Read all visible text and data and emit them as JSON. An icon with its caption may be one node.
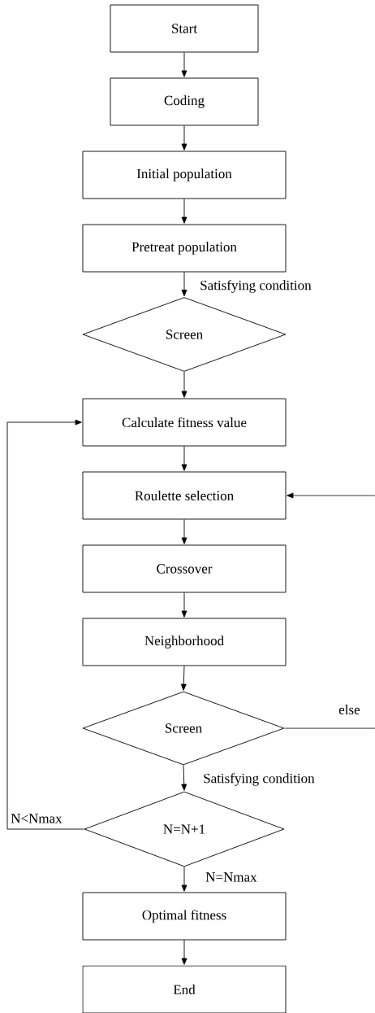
{
  "diagram": {
    "nodes": [
      {
        "text": [
          "Start"
        ]
      },
      {
        "text": [
          "Coding"
        ]
      },
      {
        "text": [
          "Initial population"
        ]
      },
      {
        "text": [
          "Pretreat population"
        ]
      },
      {
        "text": [
          "Screen"
        ]
      },
      {
        "text": [
          "Calculate fitness value"
        ]
      },
      {
        "text": [
          "Roulette selection"
        ]
      },
      {
        "text": [
          "Crossover"
        ]
      },
      {
        "text": [
          "Neighborhood"
        ]
      },
      {
        "text": [
          "Screen"
        ]
      },
      {
        "text": [
          "N=N+1"
        ]
      },
      {
        "text": [
          "Optimal fitness"
        ]
      },
      {
        "text": [
          "End"
        ]
      }
    ],
    "edges": [
      {
        "from": 0,
        "to": 1,
        "arrow": "to"
      },
      {
        "from": 1,
        "to": 2,
        "arrow": "to"
      },
      {
        "from": 2,
        "to": 3,
        "arrow": "to"
      },
      {
        "from": 3,
        "to": 4,
        "arrow": "to",
        "label": "Satisfying condition"
      },
      {
        "from": 4,
        "to": 5,
        "arrow": "to"
      },
      {
        "from": 5,
        "to": 6,
        "arrow": "to"
      },
      {
        "from": 6,
        "to": 7,
        "arrow": "to"
      },
      {
        "from": 7,
        "to": 8,
        "arrow": "to"
      },
      {
        "from": 8,
        "to": 9,
        "arrow": "to"
      },
      {
        "from": 9,
        "to": 10,
        "arrow": "to",
        "label": "Satisfying condition"
      },
      {
        "from": 10,
        "to": 11,
        "arrow": "to",
        "label": "N=Nmax"
      },
      {
        "from": 11,
        "to": 12,
        "arrow": "to"
      },
      {
        "from": 10,
        "to": 5,
        "arrow": "to",
        "label": "N<Nmax"
      },
      {
        "from": 9,
        "to": null,
        "arrow": "none",
        "label": "else"
      },
      {
        "from": null,
        "to": 6,
        "arrow": "to"
      }
    ]
  }
}
